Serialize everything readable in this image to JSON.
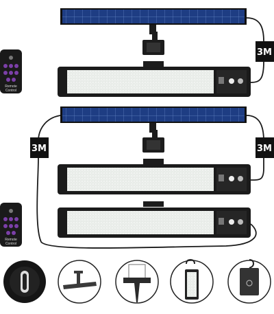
{
  "labels": {
    "cable_length": "3M",
    "remote_line1": "Remote",
    "remote_line2": "Control"
  },
  "colors": {
    "panel_blue": "#1f3f86",
    "panel_grid": "#5a7fc2",
    "frame": "#202020",
    "led_bg": "#e9ece9",
    "cable": "#1a1a1a",
    "remote_button": "#7b3fa8"
  },
  "icons": [
    "usb-c-port-icon",
    "ground-stake-icon",
    "stake-mount-icon",
    "hook-hang-icon",
    "wall-hang-icon"
  ]
}
